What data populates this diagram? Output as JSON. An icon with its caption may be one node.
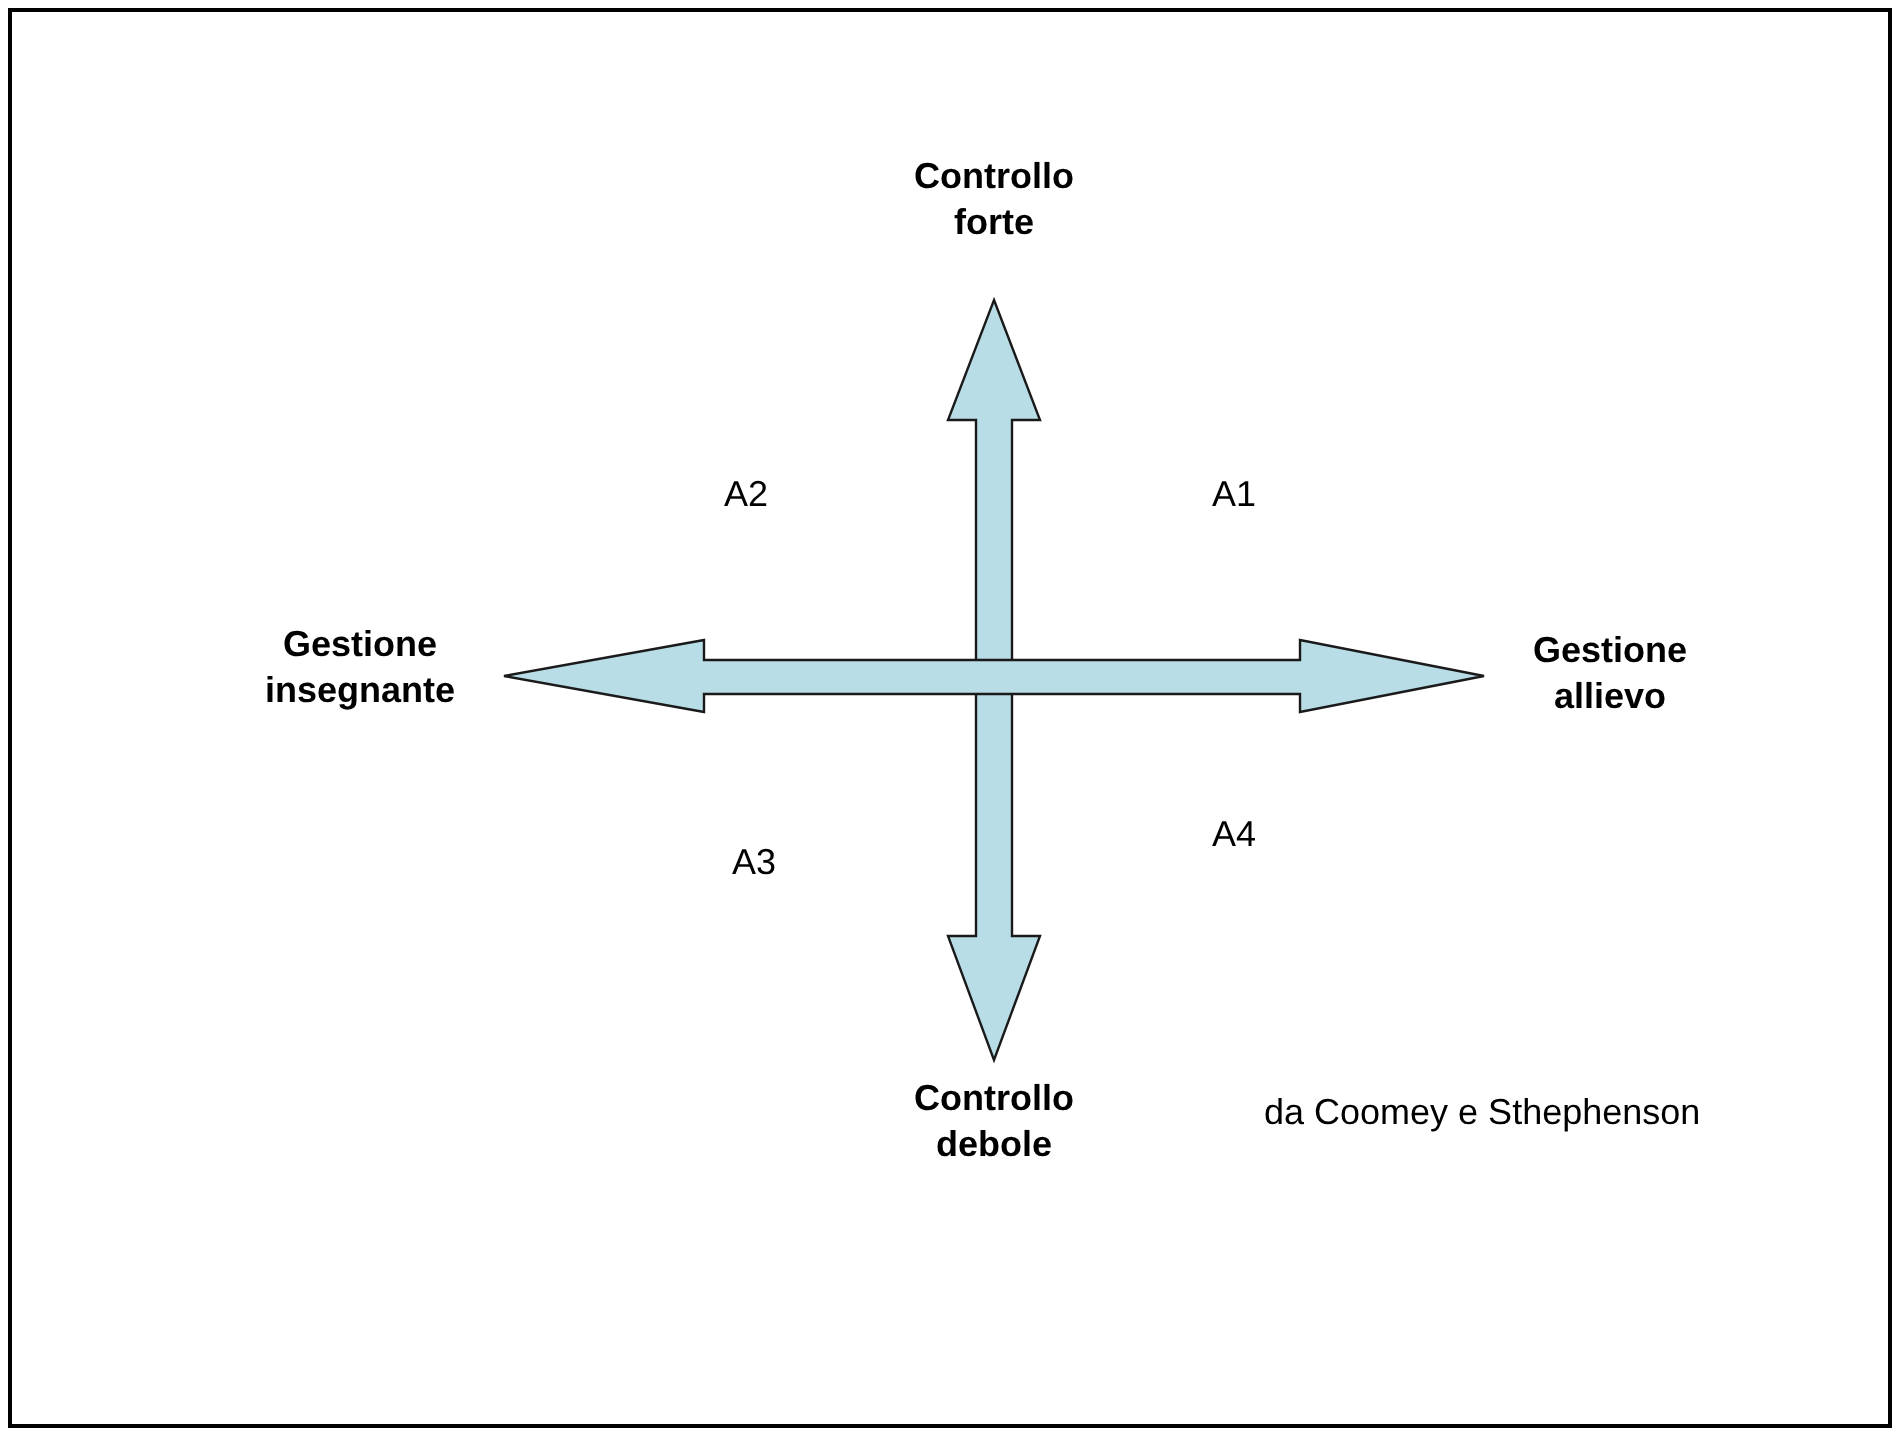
{
  "diagram": {
    "labels": [
      "Controllo forte",
      "A2",
      "A1",
      "Gestione insegnante",
      "Gestione allievo",
      "A3",
      "A4",
      "Controllo debole",
      "da Coomey e Sthephenson"
    ]
  }
}
